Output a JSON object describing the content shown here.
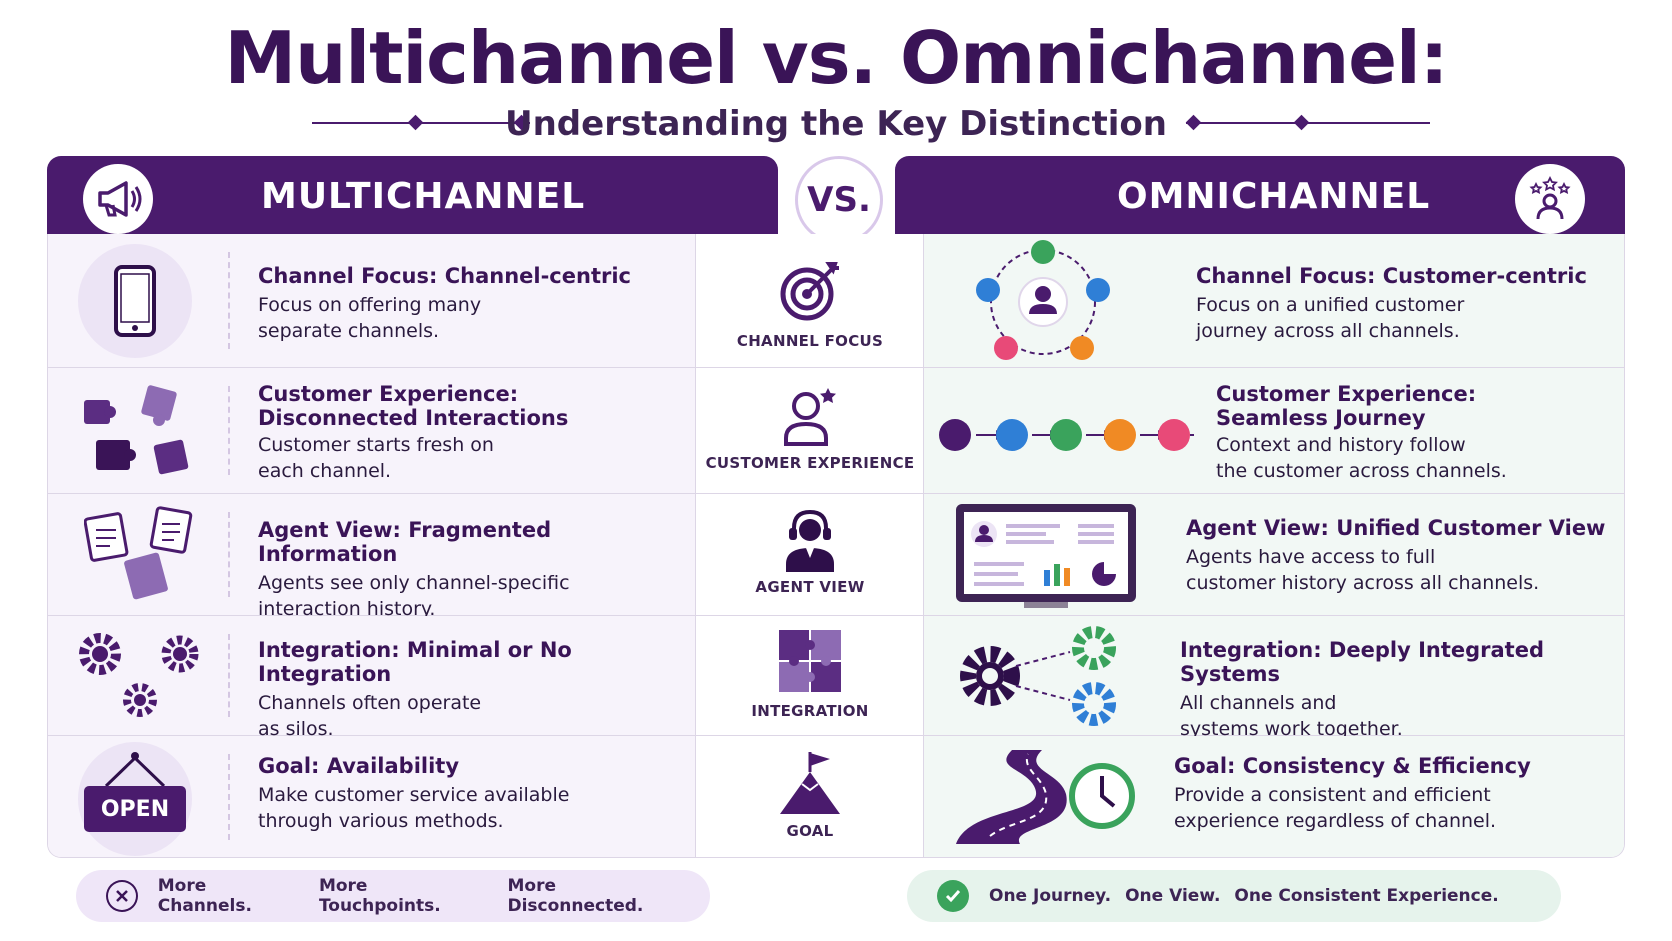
{
  "header": {
    "title": "Multichannel vs. Omnichannel:",
    "subtitle": "Understanding the Key Distinction"
  },
  "columns": {
    "left": "MULTICHANNEL",
    "vs": "VS.",
    "right": "OMNICHANNEL"
  },
  "rows": [
    {
      "category": "CHANNEL FOCUS",
      "left": {
        "title": "Channel Focus: Channel-centric",
        "desc1": "Focus on offering many",
        "desc2": "separate channels."
      },
      "right": {
        "title": "Channel Focus: Customer-centric",
        "desc1": "Focus on a unified customer",
        "desc2": "journey across all channels."
      }
    },
    {
      "category": "CUSTOMER EXPERIENCE",
      "left": {
        "title": "Customer Experience:",
        "title2": "Disconnected Interactions",
        "desc1": "Customer starts fresh on",
        "desc2": "each channel."
      },
      "right": {
        "title": "Customer Experience:",
        "title2": "Seamless Journey",
        "desc1": "Context and history follow",
        "desc2": "the customer across channels."
      }
    },
    {
      "category": "AGENT VIEW",
      "left": {
        "title": "Agent View: Fragmented Information",
        "desc1": "Agents see only channel-specific",
        "desc2": "interaction history."
      },
      "right": {
        "title": "Agent View: Unified Customer View",
        "desc1": "Agents have access to full",
        "desc2": "customer history across all channels."
      }
    },
    {
      "category": "INTEGRATION",
      "left": {
        "title": "Integration: Minimal or No Integration",
        "desc1": "Channels often operate",
        "desc2": "as silos."
      },
      "right": {
        "title": "Integration: Deeply Integrated Systems",
        "desc1": "All channels and",
        "desc2": "systems work together."
      }
    },
    {
      "category": "GOAL",
      "left": {
        "title": "Goal: Availability",
        "desc1": "Make customer service available",
        "desc2": "through various methods.",
        "sign": "OPEN"
      },
      "right": {
        "title": "Goal: Consistency & Efficiency",
        "desc1": "Provide a consistent and efficient",
        "desc2": "experience regardless of channel."
      }
    }
  ],
  "footer": {
    "left": [
      "More Channels.",
      "More Touchpoints.",
      "More Disconnected."
    ],
    "right": [
      "One Journey.",
      "One View.",
      "One Consistent Experience."
    ]
  },
  "colors": {
    "primary": "#4a1b6d",
    "purple_light": "#f7f3fb",
    "green_light": "#f2f8f5",
    "green": "#3aa35c",
    "blue": "#2f7fd6",
    "orange": "#f08a24",
    "pink": "#e84a78"
  },
  "icons": [
    "megaphone-icon",
    "customer-stars-icon",
    "smartphone-icon",
    "puzzle-pieces-icon",
    "documents-icon",
    "gears-icon",
    "open-sign-icon",
    "target-icon",
    "person-star-icon",
    "headset-agent-icon",
    "puzzle-icon",
    "mountain-flag-icon",
    "customer-hub-icon",
    "journey-chain-icon",
    "dashboard-monitor-icon",
    "integrated-gears-icon",
    "road-clock-icon",
    "x-circle-icon",
    "check-circle-icon"
  ]
}
